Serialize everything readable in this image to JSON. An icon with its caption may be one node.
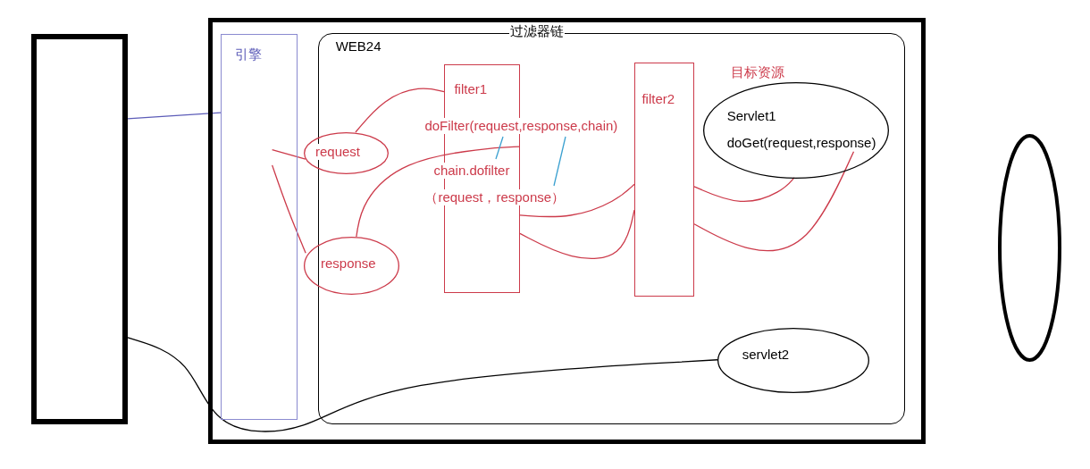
{
  "diagram": {
    "nodes": [
      {
        "text": [],
        "shape": "box"
      },
      {
        "text": [
          "过滤器链"
        ]
      },
      {
        "text": [
          "引擎"
        ],
        "in": 1
      },
      {
        "text": [
          "WEB24"
        ],
        "in": 1
      },
      {
        "text": [
          "request"
        ],
        "in": 1
      },
      {
        "text": [
          "response"
        ],
        "in": 1
      },
      {
        "text": [
          "filter1",
          "doFilter(request,response,chain)",
          "chain.dofilter",
          "（request，response）"
        ],
        "in": 3
      },
      {
        "text": [
          "filter2"
        ],
        "in": 3
      },
      {
        "text": [
          "Servlet1",
          "doGet(request,response)"
        ],
        "in": 3,
        "beside": [
          "目标资源"
        ]
      },
      {
        "text": [
          "servlet2"
        ],
        "in": 3
      },
      {
        "text": [],
        "shape": "ellipse"
      }
    ],
    "edges": [
      {
        "from": 0,
        "to": 2,
        "arrow": "none",
        "color": "#5c5cb8"
      },
      {
        "from": 0,
        "to": 9,
        "arrow": "none",
        "color": "#000000"
      },
      {
        "from": 2,
        "to": 4,
        "arrow": "none"
      },
      {
        "from": 2,
        "to": 5,
        "arrow": "none"
      },
      {
        "from": 4,
        "to": 6,
        "arrow": "none"
      },
      {
        "from": 6,
        "to": 5,
        "arrow": "none"
      },
      {
        "from": 6,
        "to": 7,
        "arrow": "none"
      },
      {
        "from": 7,
        "to": 6,
        "arrow": "none"
      },
      {
        "from": 7,
        "to": 8,
        "arrow": "none"
      },
      {
        "from": 8,
        "to": 7,
        "arrow": "none"
      }
    ]
  }
}
